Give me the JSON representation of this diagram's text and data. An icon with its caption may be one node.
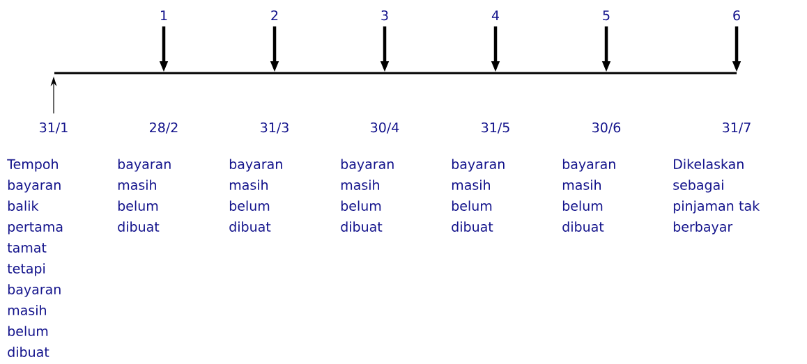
{
  "diagram": {
    "labels": [
      "1",
      "2",
      "3",
      "4",
      "5",
      "6",
      "31/1",
      "28/2",
      "31/3",
      "30/4",
      "31/5",
      "30/6",
      "31/7",
      "Tempoh bayaran balik pertama tamat tetapi bayaran masih belum dibuat",
      "bayaran masih belum dibuat",
      "bayaran masih belum dibuat",
      "bayaran masih belum dibuat",
      "bayaran masih belum dibuat",
      "bayaran masih belum dibuat",
      "Dikelaskan sebagai pinjaman tak berbayar"
    ]
  }
}
